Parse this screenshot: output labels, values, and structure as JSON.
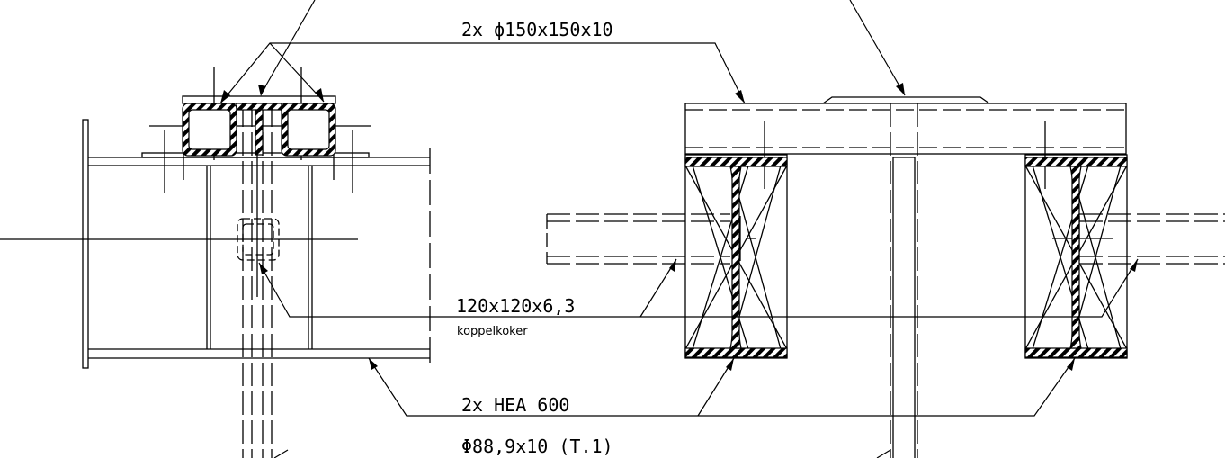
{
  "annotations": {
    "tube_top": "2x  ϕ150x150x10",
    "coupling_size": "120x120x6,3",
    "coupling_name": "koppelkoker",
    "beams": "2x  HEA  600",
    "column": "Φ88,9x10  (T.1)"
  },
  "colors": {
    "line": "#000000",
    "background": "#ffffff"
  }
}
